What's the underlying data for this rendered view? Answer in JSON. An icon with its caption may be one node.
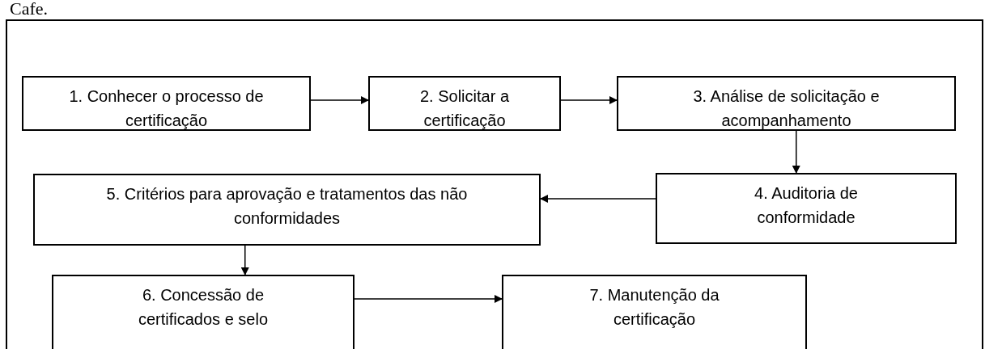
{
  "diagram": {
    "nodes": [
      {
        "text": [
          "1. Conhecer o processo de certificação"
        ]
      },
      {
        "text": [
          "2. Solicitar a certificação"
        ]
      },
      {
        "text": [
          "3. Análise de solicitação e acompanhamento"
        ]
      },
      {
        "text": [
          "4. Auditoria de conformidade"
        ]
      },
      {
        "text": [
          "5. Critérios para aprovação e tratamentos das não conformidades"
        ]
      },
      {
        "text": [
          "6. Concessão de certificados e selo"
        ]
      },
      {
        "text": [
          "7. Manutenção da certificação"
        ]
      }
    ],
    "edges": [
      {
        "from": 0,
        "to": 1,
        "arrow": "to"
      },
      {
        "from": 1,
        "to": 2,
        "arrow": "to"
      },
      {
        "from": 2,
        "to": 3,
        "arrow": "to"
      },
      {
        "from": 3,
        "to": 4,
        "arrow": "to"
      },
      {
        "from": 4,
        "to": 5,
        "arrow": "to"
      },
      {
        "from": 5,
        "to": 6,
        "arrow": "to"
      }
    ],
    "labels": [
      "Cafe."
    ]
  }
}
